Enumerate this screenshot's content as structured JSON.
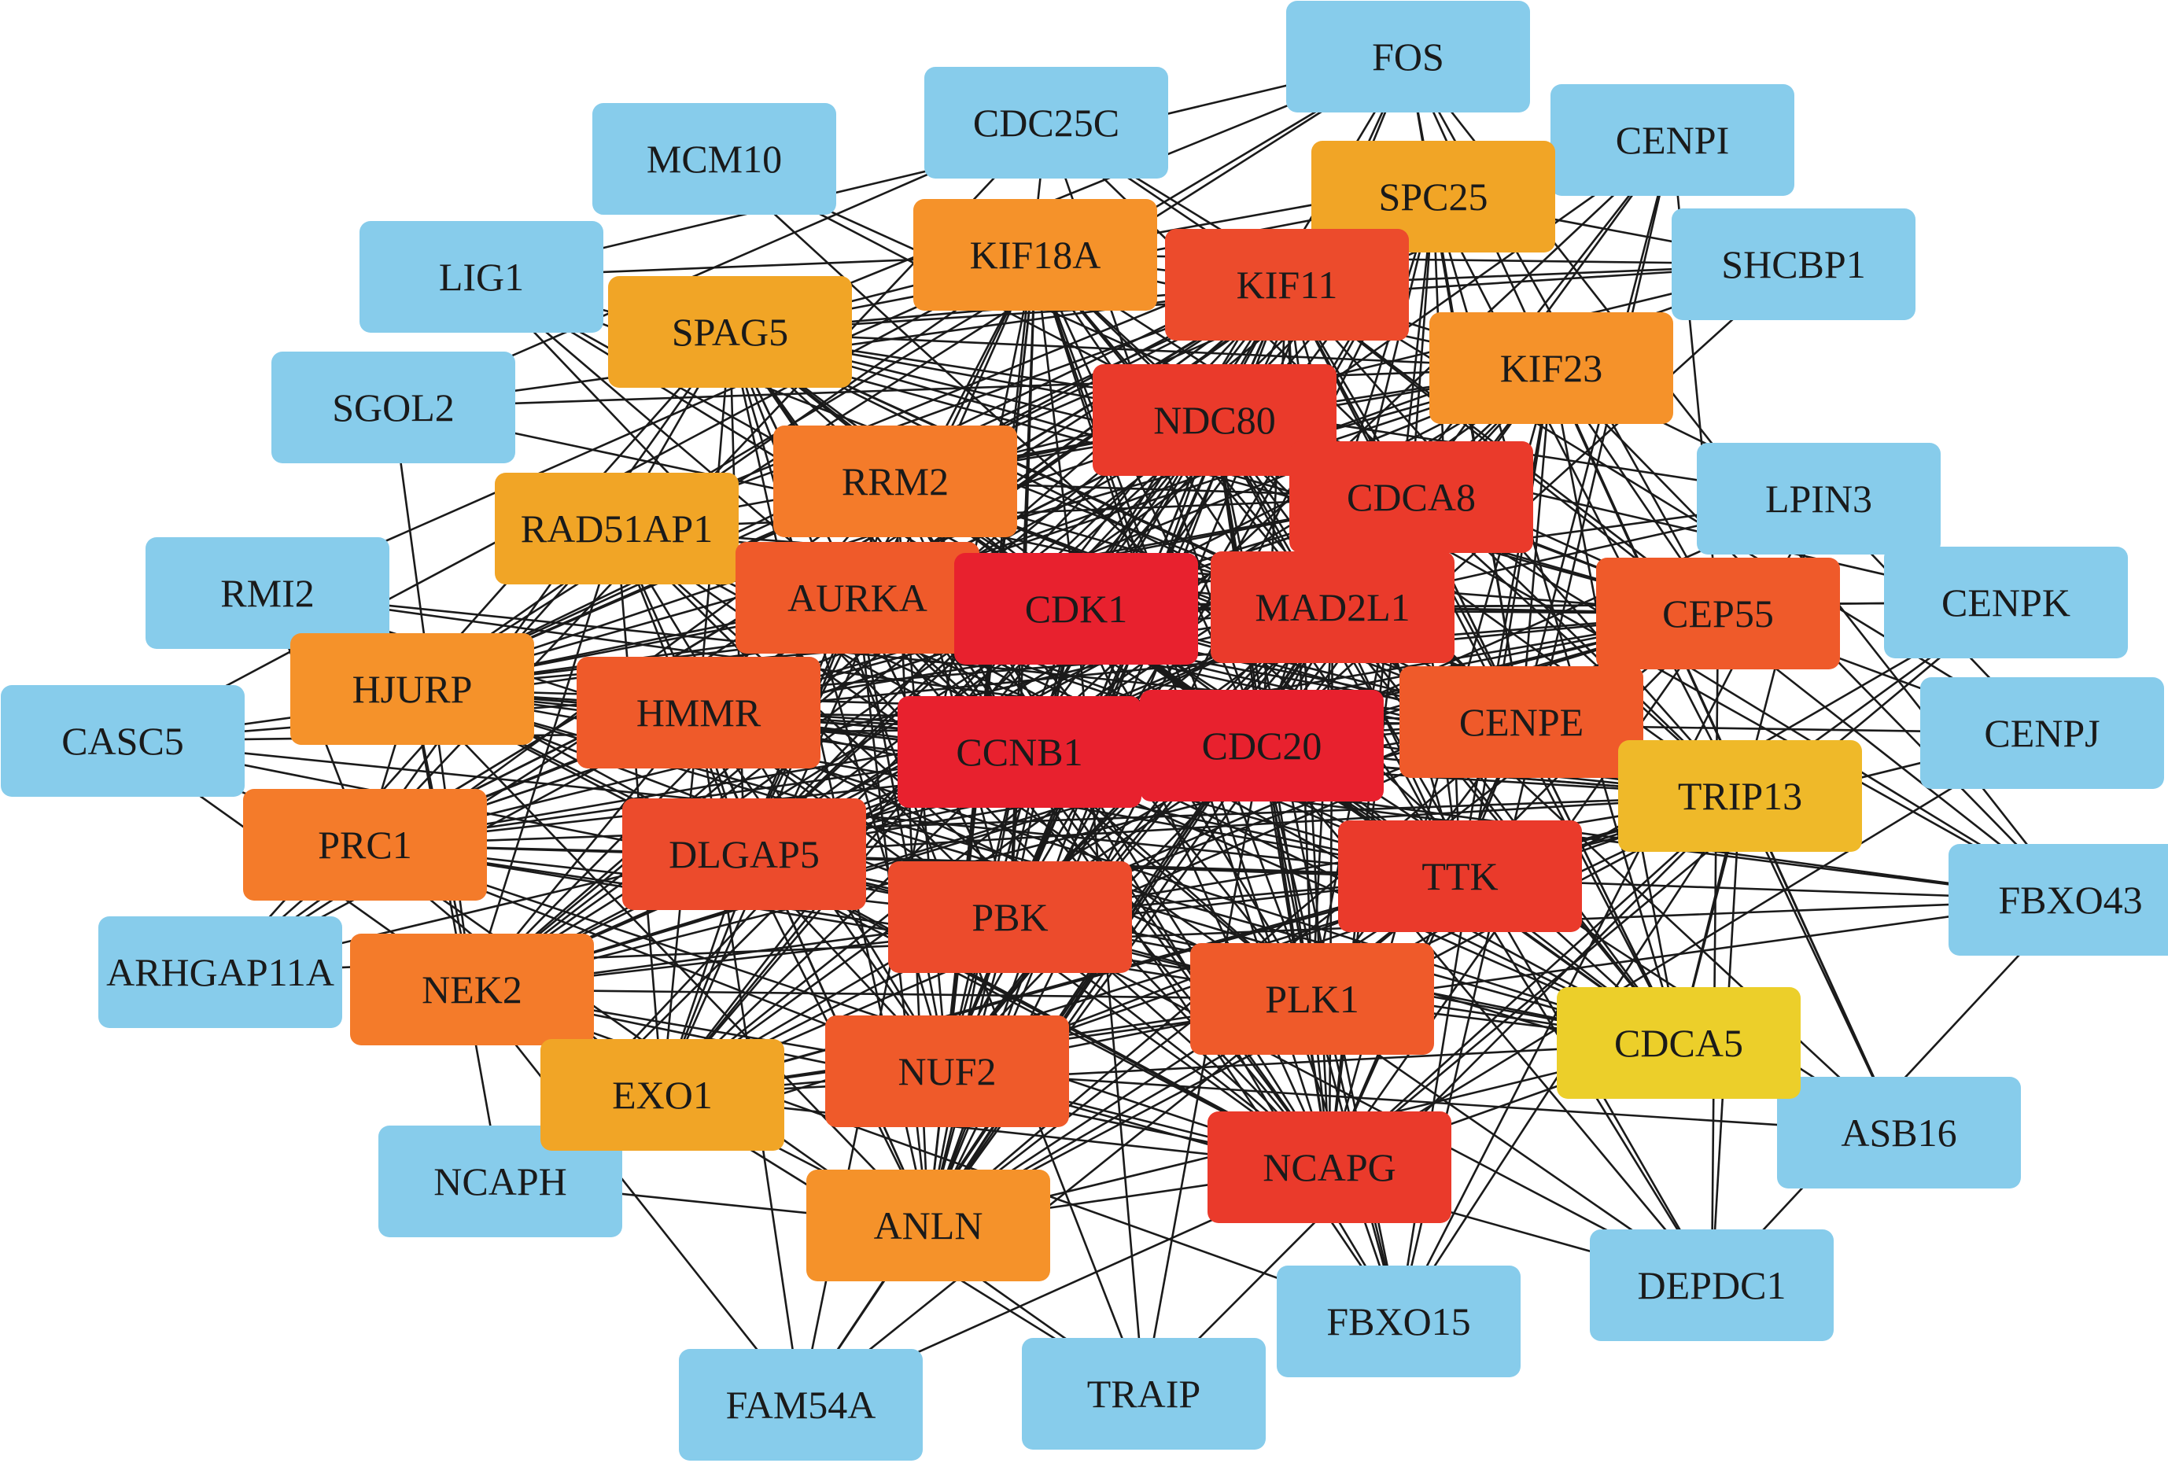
{
  "colors": {
    "hub": "#e8212e",
    "red": "#ea3a2b",
    "red_orange": "#ec4b2c",
    "orange_red": "#ef5a2a",
    "orange": "#f47b2a",
    "light_orange": "#f5922a",
    "dark_yellow": "#f1a526",
    "yellow": "#efb929",
    "light_yellow": "#eccf2a",
    "peripheral": "#87cceb",
    "edge": "#1a1a1a"
  },
  "nodes": [
    {
      "id": "FOS",
      "label": "FOS",
      "color": "peripheral"
    },
    {
      "id": "CDC25C",
      "label": "CDC25C",
      "color": "peripheral"
    },
    {
      "id": "MCM10",
      "label": "MCM10",
      "color": "peripheral"
    },
    {
      "id": "CENPI",
      "label": "CENPI",
      "color": "peripheral"
    },
    {
      "id": "LIG1",
      "label": "LIG1",
      "color": "peripheral"
    },
    {
      "id": "SHCBP1",
      "label": "SHCBP1",
      "color": "peripheral"
    },
    {
      "id": "SGOL2",
      "label": "SGOL2",
      "color": "peripheral"
    },
    {
      "id": "LPIN3",
      "label": "LPIN3",
      "color": "peripheral"
    },
    {
      "id": "RMI2",
      "label": "RMI2",
      "color": "peripheral"
    },
    {
      "id": "CENPK",
      "label": "CENPK",
      "color": "peripheral"
    },
    {
      "id": "CASC5",
      "label": "CASC5",
      "color": "peripheral"
    },
    {
      "id": "CENPJ",
      "label": "CENPJ",
      "color": "peripheral"
    },
    {
      "id": "FBXO43",
      "label": "FBXO43",
      "color": "peripheral"
    },
    {
      "id": "ARHGAP11A",
      "label": "ARHGAP11A",
      "color": "peripheral"
    },
    {
      "id": "ASB16",
      "label": "ASB16",
      "color": "peripheral"
    },
    {
      "id": "NCAPH",
      "label": "NCAPH",
      "color": "peripheral"
    },
    {
      "id": "DEPDC1",
      "label": "DEPDC1",
      "color": "peripheral"
    },
    {
      "id": "FBXO15",
      "label": "FBXO15",
      "color": "peripheral"
    },
    {
      "id": "FAM54A",
      "label": "FAM54A",
      "color": "peripheral"
    },
    {
      "id": "TRAIP",
      "label": "TRAIP",
      "color": "peripheral"
    },
    {
      "id": "SPC25",
      "label": "SPC25",
      "color": "dark_yellow"
    },
    {
      "id": "KIF18A",
      "label": "KIF18A",
      "color": "light_orange"
    },
    {
      "id": "KIF11",
      "label": "KIF11",
      "color": "red_orange"
    },
    {
      "id": "SPAG5",
      "label": "SPAG5",
      "color": "dark_yellow"
    },
    {
      "id": "KIF23",
      "label": "KIF23",
      "color": "light_orange"
    },
    {
      "id": "NDC80",
      "label": "NDC80",
      "color": "red"
    },
    {
      "id": "RRM2",
      "label": "RRM2",
      "color": "orange"
    },
    {
      "id": "CDCA8",
      "label": "CDCA8",
      "color": "red"
    },
    {
      "id": "RAD51AP1",
      "label": "RAD51AP1",
      "color": "dark_yellow"
    },
    {
      "id": "AURKA",
      "label": "AURKA",
      "color": "orange_red"
    },
    {
      "id": "CDK1",
      "label": "CDK1",
      "color": "hub"
    },
    {
      "id": "MAD2L1",
      "label": "MAD2L1",
      "color": "red"
    },
    {
      "id": "CEP55",
      "label": "CEP55",
      "color": "orange_red"
    },
    {
      "id": "HJURP",
      "label": "HJURP",
      "color": "light_orange"
    },
    {
      "id": "HMMR",
      "label": "HMMR",
      "color": "orange_red"
    },
    {
      "id": "CCNB1",
      "label": "CCNB1",
      "color": "hub"
    },
    {
      "id": "CDC20",
      "label": "CDC20",
      "color": "hub"
    },
    {
      "id": "CENPE",
      "label": "CENPE",
      "color": "orange_red"
    },
    {
      "id": "TRIP13",
      "label": "TRIP13",
      "color": "yellow"
    },
    {
      "id": "PRC1",
      "label": "PRC1",
      "color": "orange"
    },
    {
      "id": "DLGAP5",
      "label": "DLGAP5",
      "color": "red_orange"
    },
    {
      "id": "TTK",
      "label": "TTK",
      "color": "red"
    },
    {
      "id": "PBK",
      "label": "PBK",
      "color": "red_orange"
    },
    {
      "id": "NEK2",
      "label": "NEK2",
      "color": "orange"
    },
    {
      "id": "PLK1",
      "label": "PLK1",
      "color": "orange_red"
    },
    {
      "id": "CDCA5",
      "label": "CDCA5",
      "color": "light_yellow"
    },
    {
      "id": "EXO1",
      "label": "EXO1",
      "color": "dark_yellow"
    },
    {
      "id": "NUF2",
      "label": "NUF2",
      "color": "orange_red"
    },
    {
      "id": "NCAPG",
      "label": "NCAPG",
      "color": "red"
    },
    {
      "id": "ANLN",
      "label": "ANLN",
      "color": "light_orange"
    }
  ]
}
